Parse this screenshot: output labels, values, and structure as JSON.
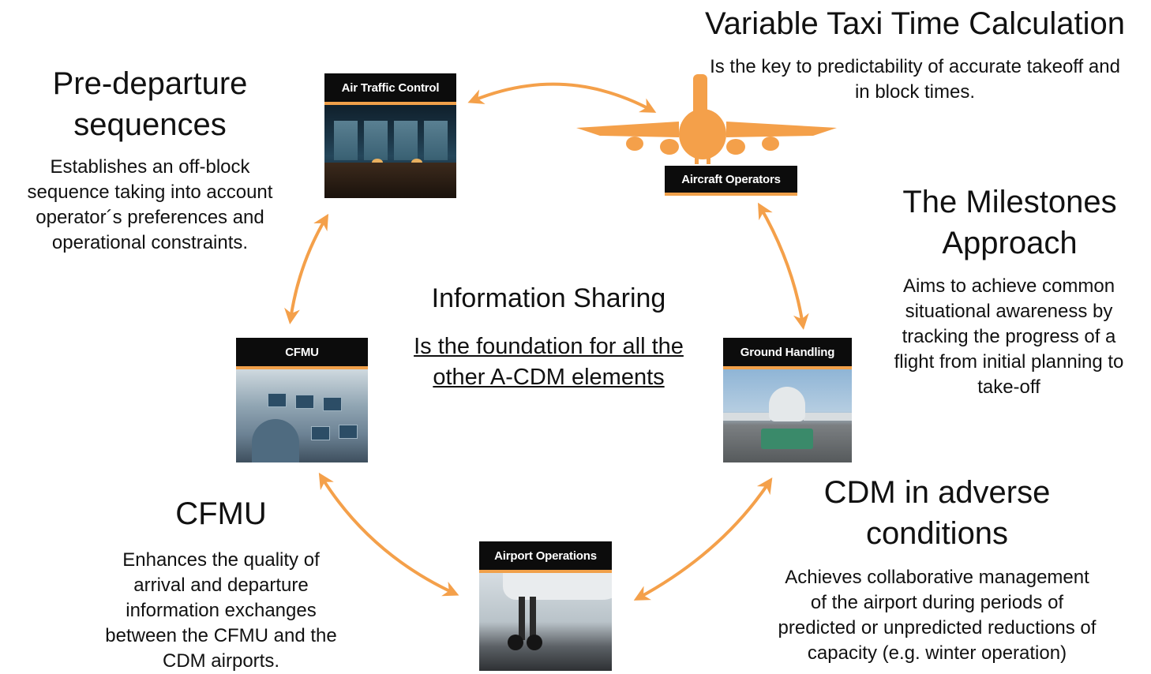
{
  "colors": {
    "accent": "#f0a04a",
    "arrow": "#f4a04a",
    "tile_bar": "#0c0c0c",
    "text": "#111111"
  },
  "center": {
    "title": "Information Sharing",
    "subtitle_line1": "Is the foundation for all the",
    "subtitle_line2": "other A-CDM elements"
  },
  "stakeholders": {
    "atc": "Air Traffic Control",
    "aircraft_operators": "Aircraft Operators",
    "cfmu": "CFMU",
    "ground_handling": "Ground Handling",
    "airport_operations": "Airport Operations"
  },
  "elements": {
    "taxi": {
      "title": "Variable Taxi Time Calculation",
      "desc_lines": [
        "Is the key to predictability of accurate takeoff and",
        "in block times."
      ]
    },
    "predeparture": {
      "title_lines": [
        "Pre-departure",
        "sequences"
      ],
      "desc_lines": [
        "Establishes an off-block",
        "sequence taking into account",
        "operator´s preferences and",
        "operational constraints."
      ]
    },
    "milestones": {
      "title_lines": [
        "The Milestones",
        "Approach"
      ],
      "desc_lines": [
        "Aims to achieve common",
        "situational awareness by",
        "tracking the progress of a",
        "flight from initial planning to",
        "take-off"
      ]
    },
    "cfmu": {
      "title": "CFMU",
      "desc_lines": [
        "Enhances the quality of",
        "arrival and departure",
        "information exchanges",
        "between the CFMU and the",
        "CDM airports."
      ]
    },
    "adverse": {
      "title_lines": [
        "CDM in adverse",
        "conditions"
      ],
      "desc_lines": [
        "Achieves collaborative management",
        "of the airport during periods of",
        "predicted or unpredicted reductions of",
        "capacity (e.g. winter operation)"
      ]
    }
  },
  "icons": {
    "arrows": "double-headed-arrow-icon",
    "plane": "airplane-icon"
  }
}
